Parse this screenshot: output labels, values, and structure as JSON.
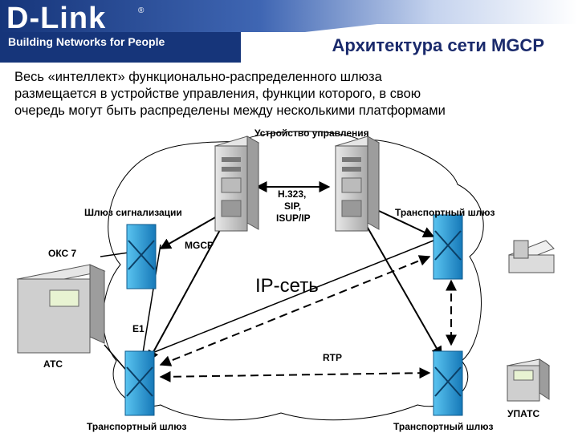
{
  "brand": {
    "logo": "D-Link",
    "tagline": "Building Networks for People",
    "registered_mark": "®"
  },
  "slide": {
    "title": "Архитектура сети MGCP",
    "description_lines": [
      "Весь «интеллект» функционально-распределенного шлюза",
      "размещается в устройстве управления, функции которого, в свою",
      "очередь могут быть распределены между несколькими платформами"
    ]
  },
  "diagram": {
    "labels": {
      "control_device": "Устройство управления",
      "protocols_1": "H.323,",
      "protocols_2": "SIP,",
      "protocols_3": "ISUP/IP",
      "signaling_gateway": "Шлюз сигнализации",
      "transport_gateway_tr": "Транспортный шлюз",
      "oks7": "ОКС 7",
      "mgcp": "MGCP",
      "ip_network": "IP-сеть",
      "e1": "E1",
      "ats": "АТС",
      "rtp": "RTP",
      "upats": "УПАТС",
      "transport_gateway_bl": "Транспортный шлюз",
      "transport_gateway_br": "Транспортный шлюз"
    }
  },
  "colors": {
    "banner_dark": "#1c3f86",
    "banner_light": "#5b7fc4",
    "title": "#1a2a6c",
    "gateway": "#1e9ad6",
    "server": "#c9c9c9"
  }
}
